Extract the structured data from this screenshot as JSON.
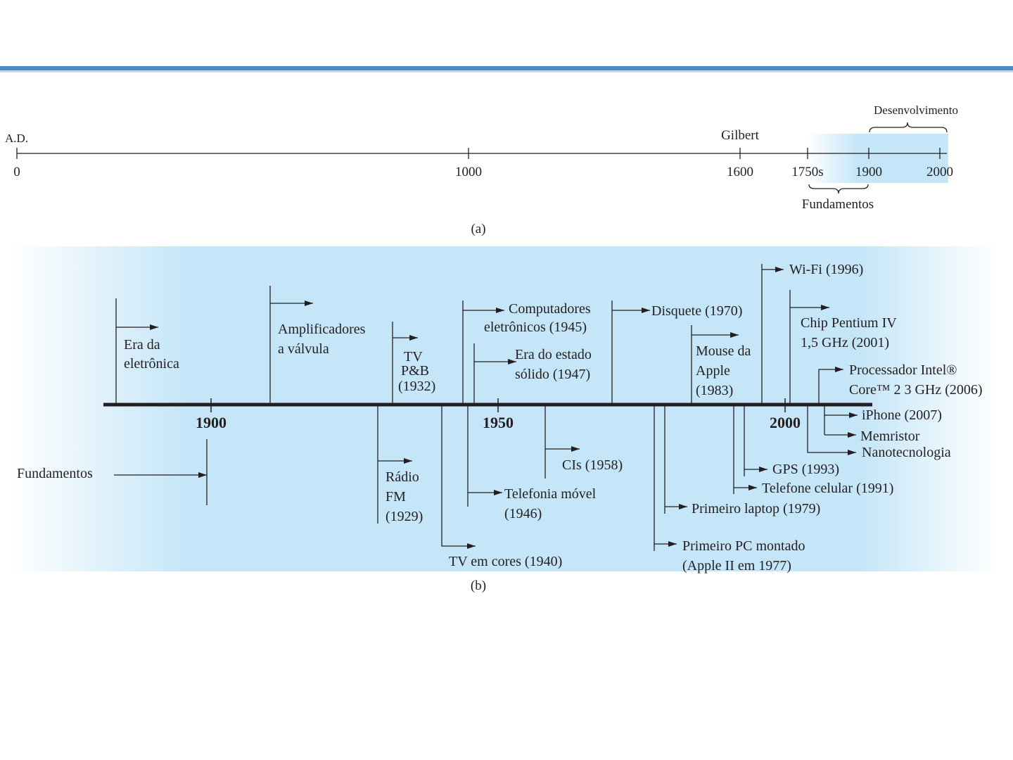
{
  "timeline_a": {
    "era_label": "A.D.",
    "ticks": [
      "0",
      "1000",
      "1600",
      "1750s",
      "1900",
      "2000"
    ],
    "gilbert": "Gilbert",
    "development": "Desenvolvimento",
    "foundations": "Fundamentos",
    "caption": "(a)"
  },
  "timeline_b": {
    "years": [
      "1900",
      "1950",
      "2000"
    ],
    "foundations": "Fundamentos",
    "caption": "(b)",
    "events": {
      "electronics_era": [
        "Era da",
        "eletrônica"
      ],
      "vacuum_amps": [
        "Amplificadores",
        "a válvula"
      ],
      "bw_tv": [
        "TV",
        "P&B",
        "(1932)"
      ],
      "fm_radio": [
        "Rádio",
        "FM",
        "(1929)"
      ],
      "color_tv": [
        "TV em cores (1940)"
      ],
      "computers": [
        "Computadores",
        "eletrônicos (1945)"
      ],
      "solid_state": [
        "Era do estado",
        "sólido (1947)"
      ],
      "mobile": [
        "Telefonia móvel",
        "(1946)"
      ],
      "ics": [
        "CIs (1958)"
      ],
      "floppy": [
        "Disquete (1970)"
      ],
      "mouse": [
        "Mouse da",
        "Apple",
        "(1983)"
      ],
      "laptop": [
        "Primeiro laptop (1979)"
      ],
      "pc": [
        "Primeiro PC montado",
        "(Apple II em 1977)"
      ],
      "wifi": [
        "Wi-Fi (1996)"
      ],
      "pentium": [
        "Chip Pentium IV",
        "1,5 GHz (2001)"
      ],
      "intel": [
        "Processador Intel®",
        "Core™ 2 3 GHz (2006)"
      ],
      "iphone": [
        "iPhone (2007)"
      ],
      "memristor": [
        "Memristor"
      ],
      "nano": [
        "Nanotecnologia"
      ],
      "gps": [
        "GPS (1993)"
      ],
      "cell": [
        "Telefone celular (1991)"
      ]
    }
  },
  "colors": {
    "accent_bar": "#4f86c6",
    "band": "#c5e6f8",
    "line": "#231f20"
  }
}
